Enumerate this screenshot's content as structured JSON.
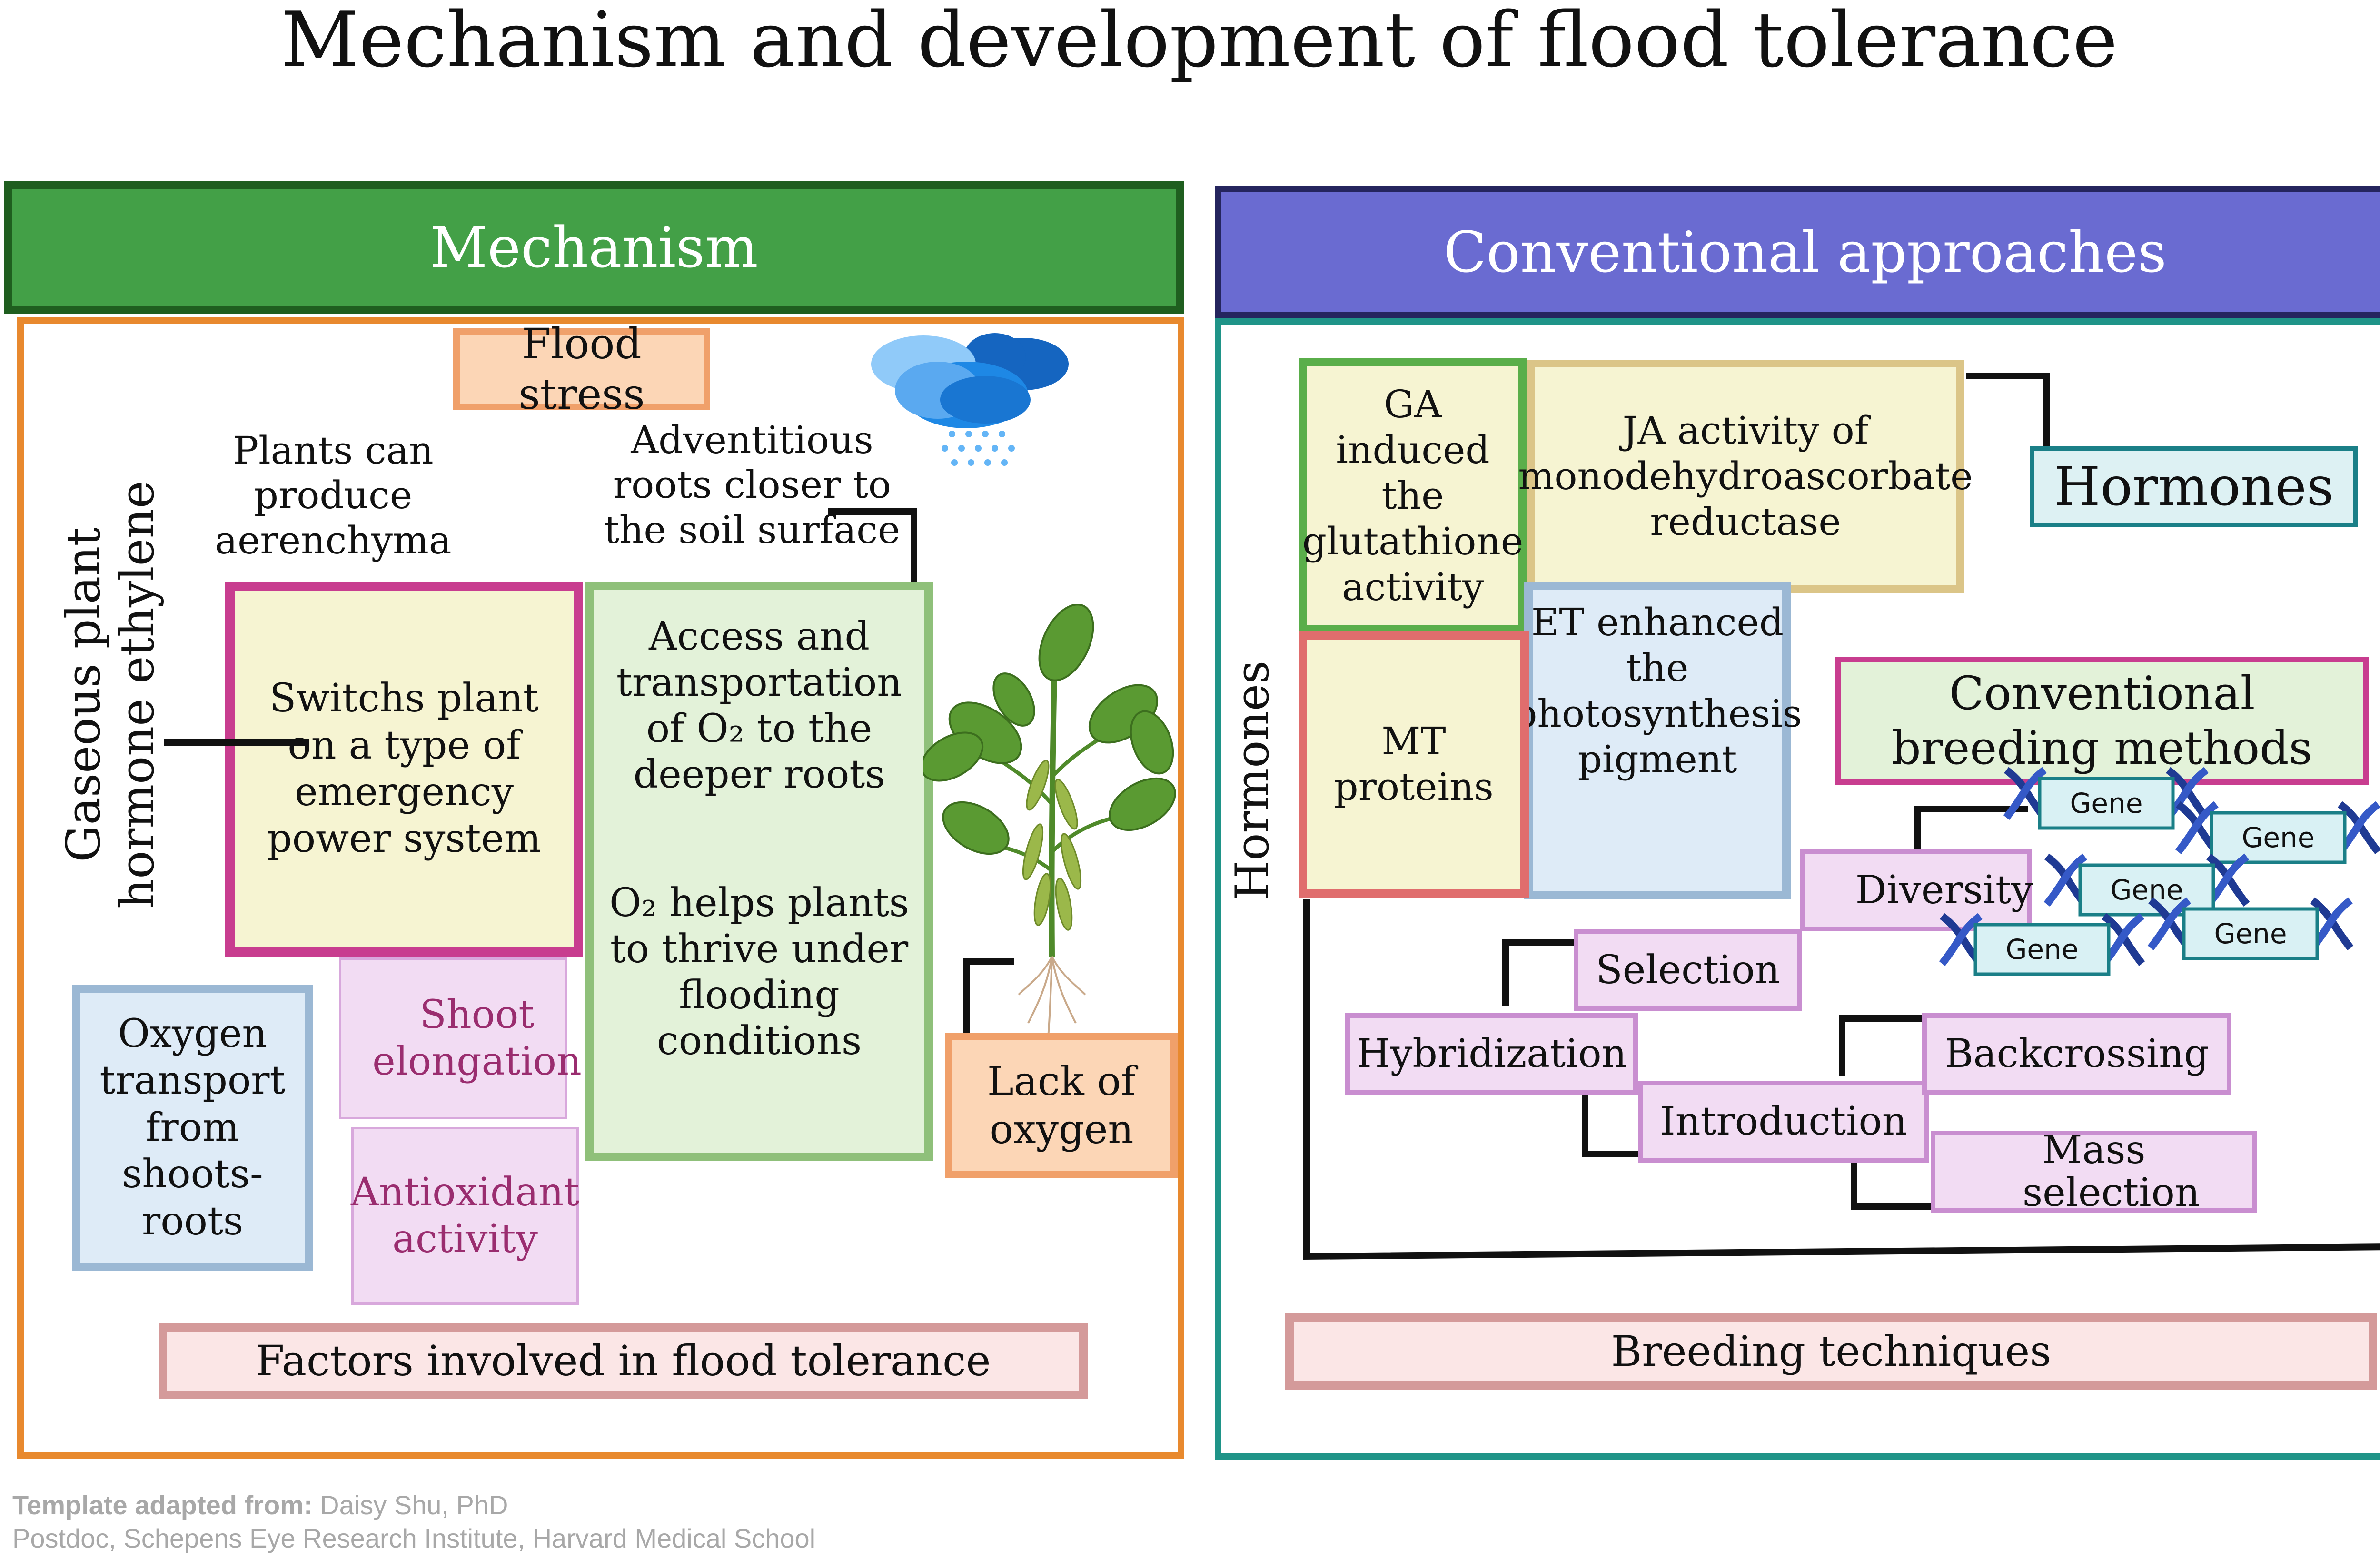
{
  "title": "Mechanism and development of flood tolerance",
  "colors": {
    "mechanism_header": "#43a047",
    "mechanism_header_border": "#1f5e1f",
    "conventional_header": "#6a6bd1",
    "conventional_header_border": "#25255e",
    "left_panel_border": "#e8892e",
    "right_panel_border": "#1f9488",
    "magenta": "#c83d8f",
    "yellow_fill": "#f6f4d2",
    "blue_fill": "#deebf7",
    "green_fill": "#e3f2d9",
    "pink_fill": "#f2dcf3",
    "orange_fill": "#fcd6b6",
    "dna": "#1f3a93"
  },
  "mechanism": {
    "header": "Mechanism",
    "flood_stress": "Flood stress",
    "aerenchyma": "Plants can produce aerenchyma",
    "adventitious": "Adventitious roots closer to the soil surface",
    "gaseous_line1": "Gaseous plant",
    "gaseous_line2": "hormone ethylene",
    "switch": "Switchs plant on a type of emergency power system",
    "access": "Access and transportation of O₂ to the deeper roots",
    "o2_helps": "O₂ helps plants to thrive under flooding conditions",
    "oxygen_transport": "Oxygen transport from shoots-roots",
    "shoot_elongation": "Shoot elongation",
    "antioxidant": "Antioxidant activity",
    "lack_oxygen": "Lack of oxygen",
    "factors": "Factors involved in flood tolerance",
    "icons": [
      "rain-cloud-icon",
      "plant-icon"
    ]
  },
  "conventional": {
    "header": "Conventional approaches",
    "hormones_side": "Hormones",
    "ga": "GA induced the glutathione activity",
    "ja": "JA activity of monodehydroascorbate reductase",
    "hormones_box": "Hormones",
    "et": "ET enhanced the photosynthesis pigment",
    "mt": "MT proteins",
    "breeding_methods": "Conventional breeding methods",
    "diversity": "Diversity",
    "selection": "Selection",
    "hybridization": "Hybridization",
    "introduction": "Introduction",
    "backcrossing": "Backcrossing",
    "mass_selection": "Mass selection",
    "gene": "Gene",
    "breeding_techniques": "Breeding techniques",
    "icons": [
      "dna-gene-icon"
    ]
  },
  "credit": {
    "label": "Template adapted from:",
    "author": "Daisy Shu, PhD",
    "affiliation": "Postdoc, Schepens Eye Research Institute, Harvard Medical School"
  }
}
